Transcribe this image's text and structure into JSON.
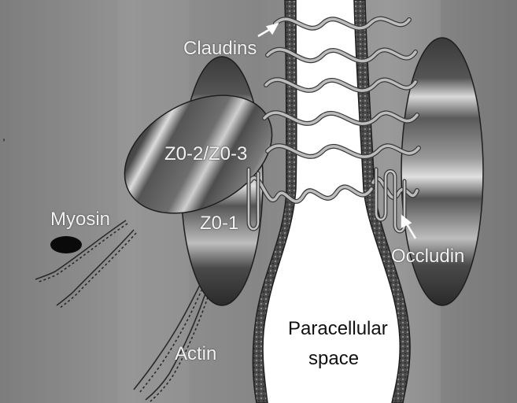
{
  "labels": {
    "claudins": "Claudins",
    "zo23": "Z0-2/Z0-3",
    "zo1": "Z0-1",
    "myosin": "Myosin",
    "occludin": "Occludin",
    "actin": "Actin",
    "paracellular_line1": "Paracellular",
    "paracellular_line2": "space"
  },
  "colors": {
    "background": "#8a8a8a",
    "membrane": "#3a3a3a",
    "space": "#ffffff",
    "protein_strand": "#bdbdbd",
    "label_light": "#f2f2f2",
    "label_dark": "#111111",
    "myosin": "#0a0a0a"
  }
}
